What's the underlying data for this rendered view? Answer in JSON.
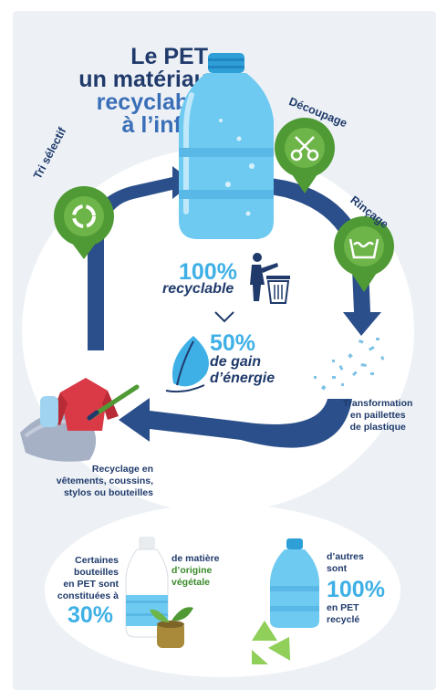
{
  "title": {
    "line1": "Le PET",
    "line2": "un matériau",
    "line3": "recyclable",
    "line4": "à l’infini"
  },
  "steps": {
    "tri": "Tri sélectif",
    "decoupage": "Découpage",
    "rincage": "Rinçage"
  },
  "center": {
    "percent1": "100%",
    "text1": "recyclable",
    "percent2": "50%",
    "text2a": "de gain",
    "text2b": "d’énergie"
  },
  "transformation": {
    "line1": "Transformation",
    "line2": "en paillettes",
    "line3": "de plastique"
  },
  "recyclage": {
    "line1": "Recyclage en",
    "line2": "vêtements, coussins,",
    "line3": "stylos ou bouteilles"
  },
  "bottom_left": {
    "line1": "Certaines",
    "line2": "bouteilles",
    "line3": "en PET sont",
    "line4": "constituées à",
    "percent": "30%",
    "side1": "de matière",
    "side2": "d’origine",
    "side3": "végétale"
  },
  "bottom_right": {
    "line1": "d’autres",
    "line2": "sont",
    "percent": "100%",
    "line3": "en PET",
    "line4": "recyclé"
  },
  "colors": {
    "navy": "#1f3a6b",
    "accent": "#3fb0e6",
    "green": "#4f9a35",
    "arrow": "#2b4f8a"
  },
  "icons": {
    "tri": "recycle-icon",
    "decoupage": "scissors-icon",
    "rincage": "washing-icon",
    "bin": "trash-icon",
    "leaf": "leaf-icon"
  }
}
